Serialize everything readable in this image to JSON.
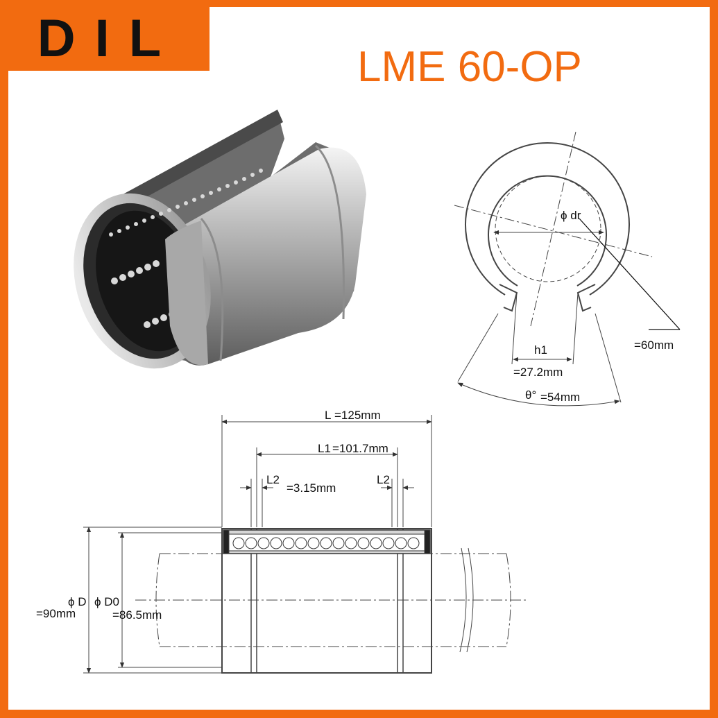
{
  "brand": {
    "logo": "DIL"
  },
  "product": {
    "title": "LME 60-OP"
  },
  "section_view": {
    "dr_symbol": "ϕ dr",
    "dr_value": "=60mm",
    "h1_symbol": "h1",
    "h1_value": "=27.2mm",
    "theta_symbol": "θ°",
    "theta_value": "=54mm"
  },
  "side_view": {
    "L_symbol": "L",
    "L_value": "=125mm",
    "L1_symbol": "L1",
    "L1_value": "=101.7mm",
    "L2_symbol": "L2",
    "L2_value": "=3.15mm",
    "L2_right_symbol": "L2",
    "D_symbol": "ϕ D",
    "D_value": "=90mm",
    "D0_symbol": "ϕ D0",
    "D0_value": "=86.5mm"
  },
  "colors": {
    "brand_orange": "#f26b10",
    "logo_text": "#111111",
    "line": "#333333"
  }
}
